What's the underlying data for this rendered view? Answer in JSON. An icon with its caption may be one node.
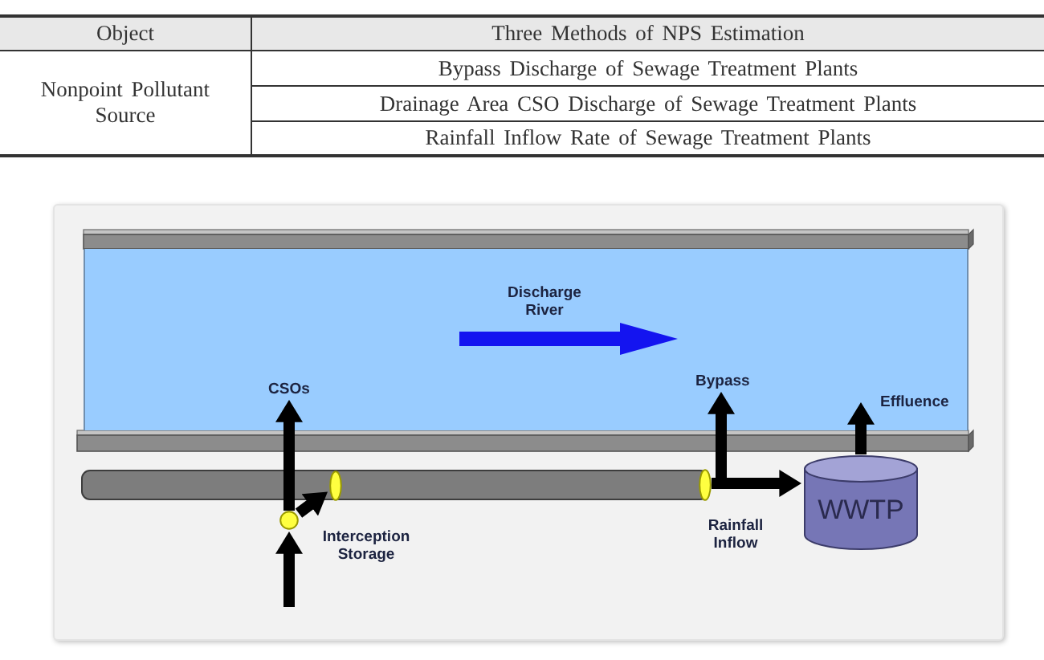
{
  "diagram": {
    "nodes": [
      {
        "text": [
          "Discharge River"
        ]
      },
      {
        "text": [
          "CSOs"
        ],
        "in": 0
      },
      {
        "text": [
          "Bypass"
        ],
        "in": 0
      },
      {
        "text": [
          "Effluence"
        ],
        "in": 0
      },
      {
        "text": [],
        "shape": "ellipse"
      },
      {
        "text": [],
        "shape": "ellipse"
      },
      {
        "text": [
          "WWTP"
        ]
      },
      {
        "text": [],
        "shape": "circle"
      }
    ],
    "edges": [
      {
        "from": null,
        "to": 7,
        "arrow": "to"
      },
      {
        "from": 7,
        "to": 1,
        "arrow": "to"
      },
      {
        "from": 7,
        "to": 4,
        "arrow": "to"
      },
      {
        "from": 5,
        "to": 2,
        "arrow": "to"
      },
      {
        "from": 5,
        "to": 6,
        "arrow": "to"
      },
      {
        "from": 6,
        "to": 3,
        "arrow": "to"
      }
    ],
    "labels": [
      "Object",
      "Three Methods of NPS Estimation",
      "Nonpoint Pollutant Source",
      "Bypass Discharge of Sewage Treatment Plants",
      "Drainage Area CSO Discharge of Sewage Treatment Plants",
      "Rainfall Inflow Rate of Sewage Treatment Plants",
      "Interception Storage",
      "Rainfall Inflow"
    ]
  }
}
